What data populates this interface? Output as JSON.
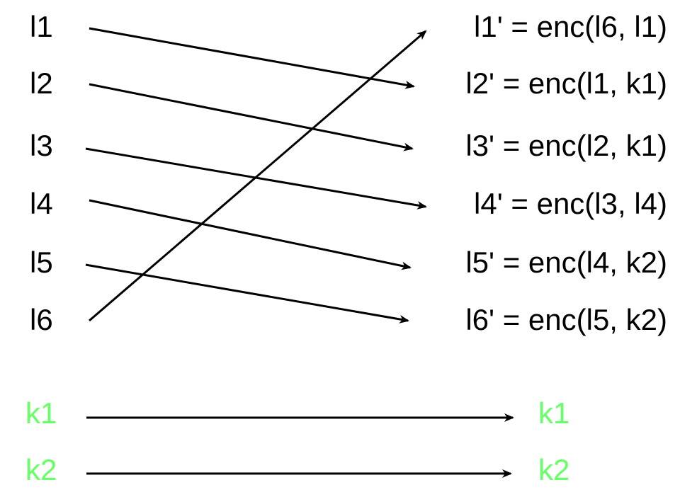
{
  "inputs": [
    {
      "label": "l1"
    },
    {
      "label": "l2"
    },
    {
      "label": "l3"
    },
    {
      "label": "l4"
    },
    {
      "label": "l5"
    },
    {
      "label": "l6"
    }
  ],
  "outputs": [
    {
      "label": "l1' = enc(l6, l1)"
    },
    {
      "label": "l2' = enc(l1, k1)"
    },
    {
      "label": "l3' = enc(l2, k1)"
    },
    {
      "label": "l4' = enc(l3, l4)"
    },
    {
      "label": "l5' = enc(l4, k2)"
    },
    {
      "label": "l6' = enc(l5, k2)"
    }
  ],
  "keys": [
    {
      "source_label": "k1",
      "target_label": "k1"
    },
    {
      "source_label": "k2",
      "target_label": "k2"
    }
  ],
  "colors": {
    "text": "#000000",
    "arrow": "#000000",
    "key": "#66ff66"
  }
}
